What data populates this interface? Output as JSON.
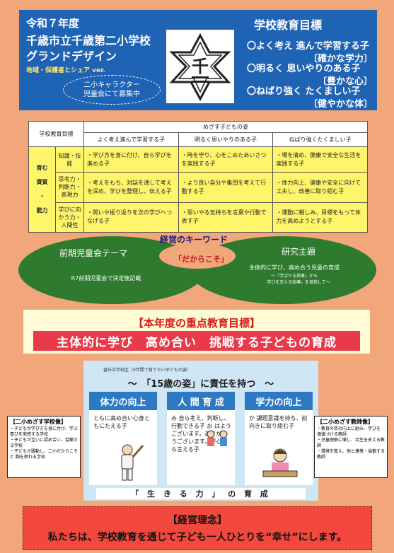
{
  "header": {
    "year": "令和７年度",
    "school": "千歳市立千歳第二小学校",
    "design": "グランドデザイン",
    "share": "地域・保護者とシェア ver.",
    "oval_line1": "二小キャラクター",
    "oval_line2": "児童会にて募集中",
    "emblem_char": "千",
    "goals_title": "学校教育目標",
    "goals": [
      {
        "line": "〇よく考え 進んで学習する子",
        "tag": "〔確かな学力〕"
      },
      {
        "line": "〇明るく 思いやりのある子",
        "tag": "〔豊かな心〕"
      },
      {
        "line": "〇ねばり強く たくましい子",
        "tag": "〔健やかな体〕"
      }
    ]
  },
  "table": {
    "corner": "学校教育目標",
    "group_header": "めざす子どもの姿",
    "col_headers": [
      "よく考え進んで学習する子",
      "明るく思いやりのある子",
      "ねばり強くたくましい子"
    ],
    "big_label": [
      "育む",
      "資質",
      "・",
      "能力"
    ],
    "rows": [
      {
        "label": "知識・技能",
        "cells": [
          "・学び方を身に付け、自ら学びを進める子",
          "・時を守り、心をこめたあいさつを実践する子",
          "・場を清め、健康で安全な生活を実践する子"
        ]
      },
      {
        "label": "思考力・判断力・表現力",
        "cells": [
          "・考えをもち、対話を通して考えを深め、学びを整理し、伝える子",
          "・より良い自分や集団を考えて行動する子",
          "・体力向上、健康や安全に向けて工夫し、改善に取り組む子"
        ]
      },
      {
        "label": "学びに向かう力・人間性",
        "cells": [
          "・問いや振り返りを次の学びへつなげる子",
          "・思いやる気持ちを言葉や行動で表す子",
          "・運動に親しみ、目標をもって体力を高めようとする子"
        ]
      }
    ]
  },
  "keyword": {
    "title": "経営のキーワード",
    "dare": "「だからこそ」",
    "left_title": "前期児童会テーマ",
    "left_note": "R7前期児童会で決定後記載",
    "right_title": "研究主題",
    "right_main": "主体的に学び、高め合う児童の育成",
    "right_sub1": "～「学ばせる指導」から",
    "right_sub2": "学びを支える指導」を目指して～"
  },
  "focus": {
    "title": "【本年度の重点教育目標】",
    "main": "主体的に学び　高め合い　挑戦する子どもの育成"
  },
  "panel": {
    "source": "富丘中学校区（9年間で育てたい子どもの姿）",
    "head": "～　「15歳の姿」に責任を持つ　～",
    "cols": [
      {
        "title": "体力の向上",
        "text": "ともに高め合い心身ともにたえる子"
      },
      {
        "title": "人 間 育 成",
        "text": "み 自ら考え、判断し、行動できる子 お はようございます。ありがとうございます。が心から言える子"
      },
      {
        "title": "学力の向上",
        "text": "か 課題意識を持ち、前向きに取り組む子"
      }
    ],
    "foot": "「 生 き る 力 」 の 育 成"
  },
  "left_box": {
    "title": "【二小めざす学校像】",
    "items": [
      "・子どもが学び方を身に付け、学ぶ喜びを実感する学校",
      "・子どもが互いに認め合い、協働する学校",
      "・子どもが躍動し、二小だからこそと 胸を張れる学校"
    ]
  },
  "right_box": {
    "title": "【二小めざす教師像】",
    "items": [
      "・教育の質の向上に励み、学びを 価値づける教師",
      "・児童理解に徹し、共生を支える教師",
      "・環境を整え、他と連携・協働する教師"
    ]
  },
  "philosophy": {
    "title": "【経営理念】",
    "text": "私たちは、学校教育を通じて子ども一人ひとりを“幸せ”にします。"
  },
  "colors": {
    "page_bg": "#f2a77a",
    "header_bg": "#1f63b5",
    "ellipse": "#2e7a2e",
    "cell_yellow": "#fff56b",
    "focus_red": "#e83a4a",
    "philo_red": "#f2483d"
  }
}
